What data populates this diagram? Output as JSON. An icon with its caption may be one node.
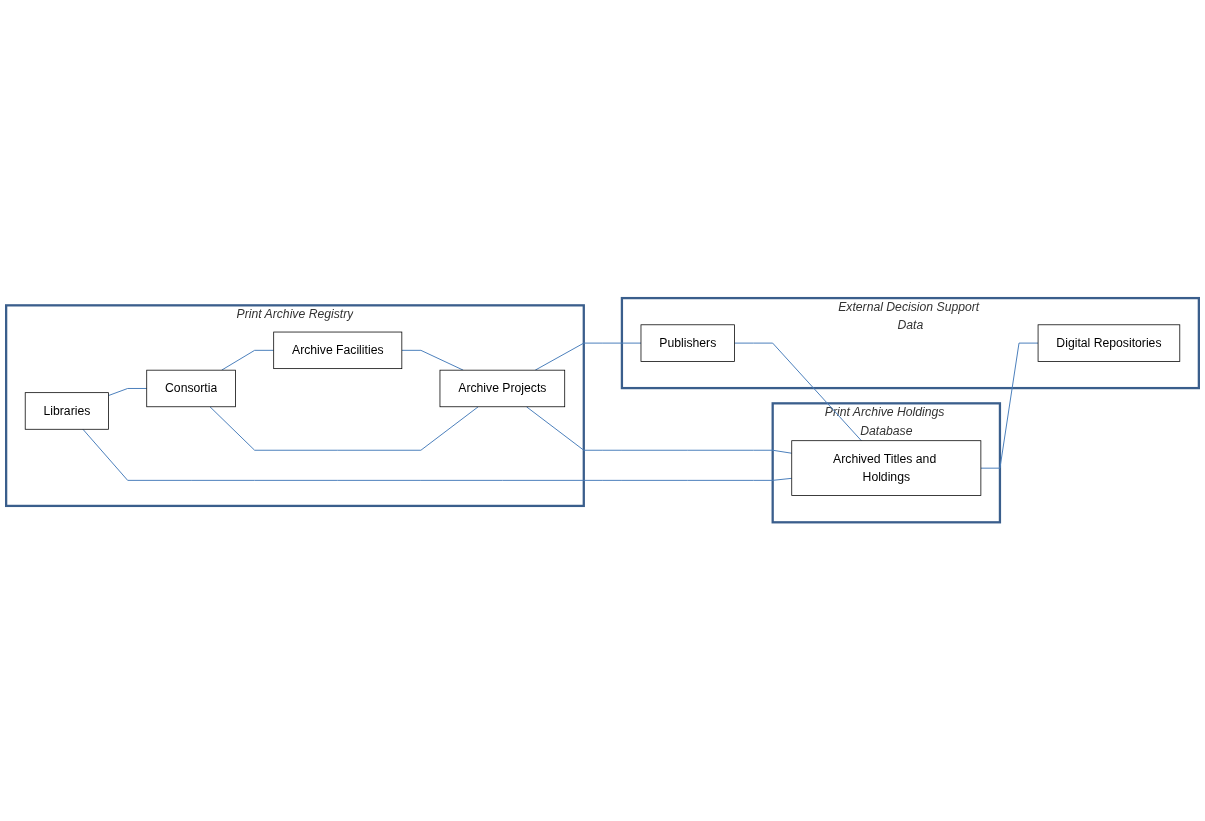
{
  "diagram": {
    "nodes": [
      {
        "text": [
          "Print Archive Registry"
        ]
      },
      {
        "text": [
          "Libraries"
        ],
        "in": 0
      },
      {
        "text": [
          "Consortia"
        ],
        "in": 0
      },
      {
        "text": [
          "Archive Facilities"
        ],
        "in": 0
      },
      {
        "text": [
          "Archive Projects"
        ],
        "in": 0
      },
      {
        "text": [
          "Print Archive Holdings Database"
        ]
      },
      {
        "text": [
          "Archived Titles and Holdings"
        ],
        "in": 5
      },
      {
        "text": [
          "External Decision Support Data"
        ]
      },
      {
        "text": [
          "Publishers"
        ],
        "in": 7
      },
      {
        "text": [
          "Digital Repositories"
        ],
        "in": 7
      }
    ],
    "edges": [
      {
        "from": 1,
        "to": 2,
        "arrow": "none"
      },
      {
        "from": 2,
        "to": 3,
        "arrow": "none"
      },
      {
        "from": 2,
        "to": 4,
        "arrow": "none"
      },
      {
        "from": 3,
        "to": 4,
        "arrow": "none"
      },
      {
        "from": 4,
        "to": 8,
        "arrow": "none"
      },
      {
        "from": 1,
        "to": 6,
        "arrow": "none"
      },
      {
        "from": 4,
        "to": 6,
        "arrow": "none"
      },
      {
        "from": 8,
        "to": 6,
        "arrow": "none"
      },
      {
        "from": 6,
        "to": 9,
        "arrow": "none"
      }
    ]
  }
}
